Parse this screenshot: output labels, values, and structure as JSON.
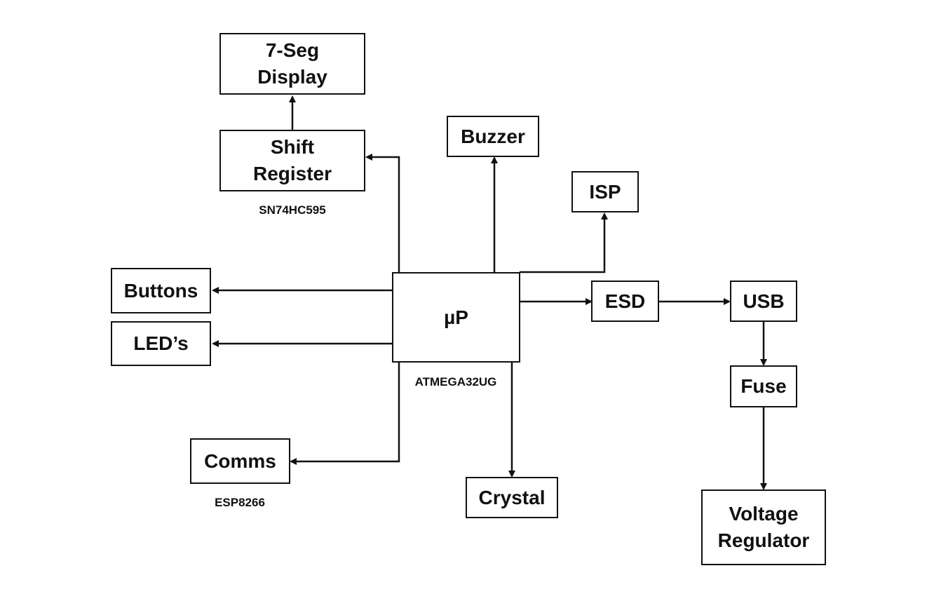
{
  "blocks": {
    "seg_display": "7-Seg\nDisplay",
    "shift_register": "Shift\nRegister",
    "buzzer": "Buzzer",
    "isp": "ISP",
    "buttons": "Buttons",
    "leds": "LED’s",
    "mcu": "µP",
    "esd": "ESD",
    "usb": "USB",
    "fuse": "Fuse",
    "comms": "Comms",
    "crystal": "Crystal",
    "voltage_regulator": "Voltage\nRegulator"
  },
  "captions": {
    "shift_register_part": "SN74HC595",
    "mcu_part": "ATMEGA32UG",
    "comms_part": "ESP8266"
  }
}
